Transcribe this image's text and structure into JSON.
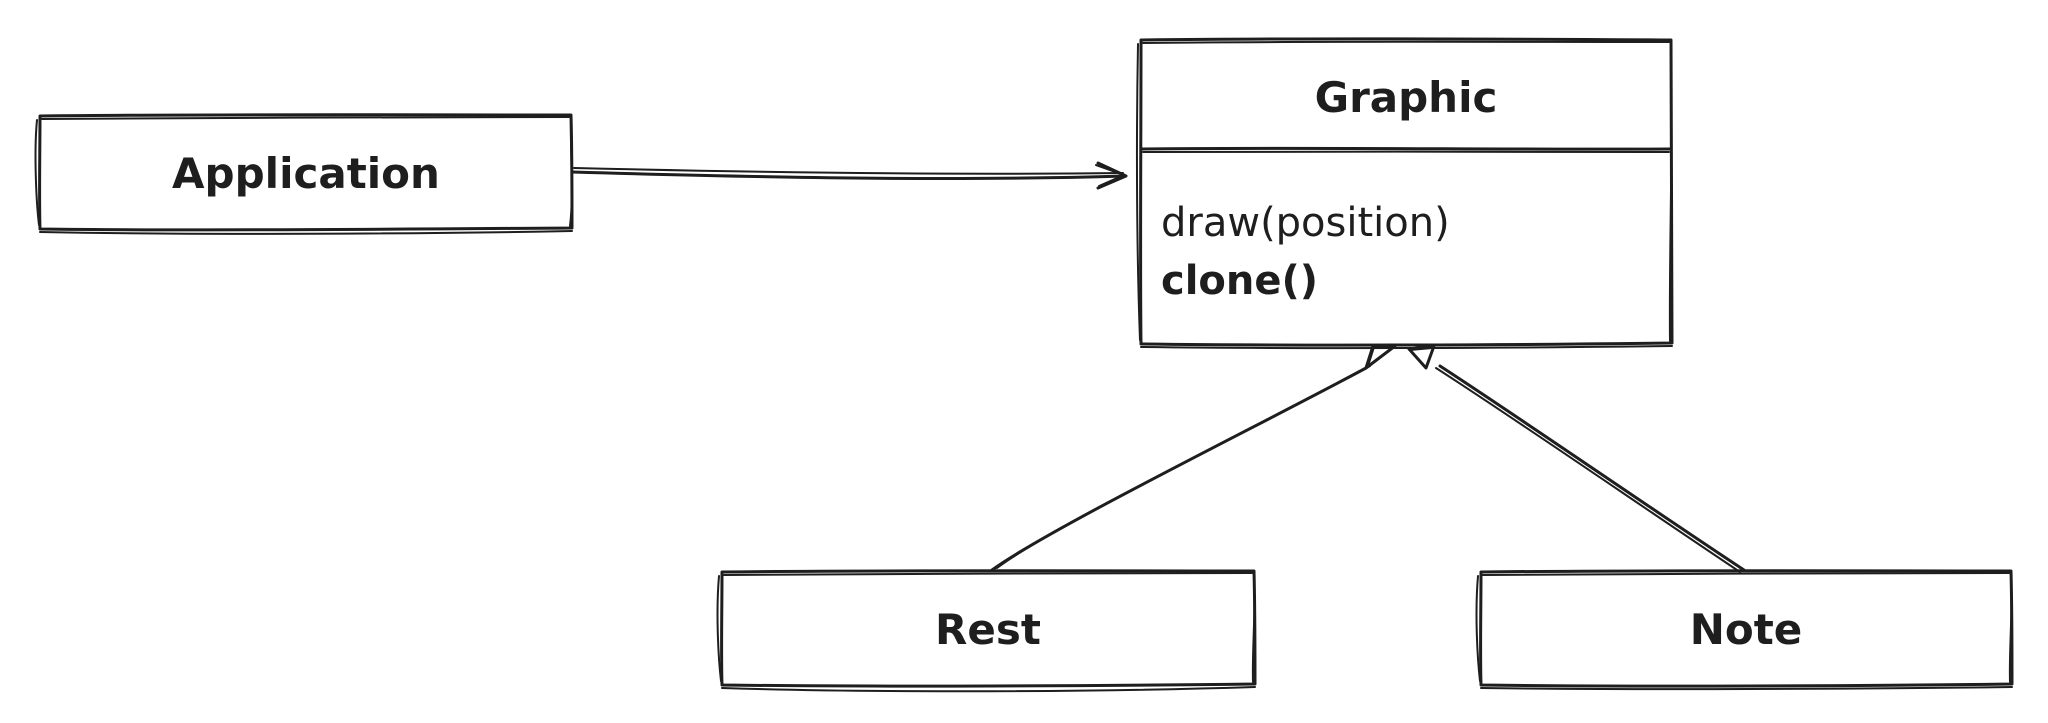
{
  "diagram": {
    "nodes": {
      "application": {
        "title": "Application"
      },
      "graphic": {
        "title": "Graphic",
        "members": [
          {
            "text": "draw(position)",
            "bold": false
          },
          {
            "text": "clone()",
            "bold": true
          }
        ]
      },
      "rest": {
        "title": "Rest"
      },
      "note": {
        "title": "Note"
      }
    },
    "edges": [
      {
        "from": "application",
        "to": "graphic",
        "kind": "association"
      },
      {
        "from": "rest",
        "to": "graphic",
        "kind": "generalization"
      },
      {
        "from": "note",
        "to": "graphic",
        "kind": "generalization"
      }
    ],
    "colors": {
      "stroke": "#1e1e1e",
      "background": "#ffffff"
    }
  }
}
